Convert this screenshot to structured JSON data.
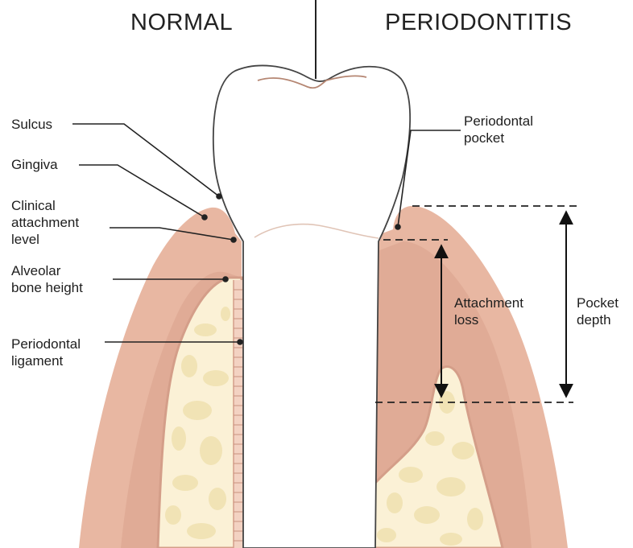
{
  "titles": {
    "normal": "NORMAL",
    "periodontitis": "PERIODONTITIS"
  },
  "labels_left": {
    "sulcus": [
      "Sulcus"
    ],
    "gingiva": [
      "Gingiva"
    ],
    "clinical_attachment_level": [
      "Clinical",
      "attachment",
      "level"
    ],
    "alveolar_bone_height": [
      "Alveolar",
      "bone height"
    ],
    "periodontal_ligament": [
      "Periodontal",
      "ligament"
    ]
  },
  "labels_right": {
    "periodontal_pocket": [
      "Periodontal",
      "pocket"
    ],
    "attachment_loss": [
      "Attachment",
      "loss"
    ],
    "pocket_depth": [
      "Pocket",
      "depth"
    ]
  },
  "colors": {
    "gum": "#e8b7a2",
    "gum_light": "#f3d2c2",
    "bone_outline": "#d49e89",
    "bone": "#fbf1d6",
    "bone_hole": "#f1e3b5",
    "tooth_outline": "#444444",
    "crown_line": "#b58672",
    "ligament": "#d9ab96",
    "leader_line": "#222222"
  }
}
